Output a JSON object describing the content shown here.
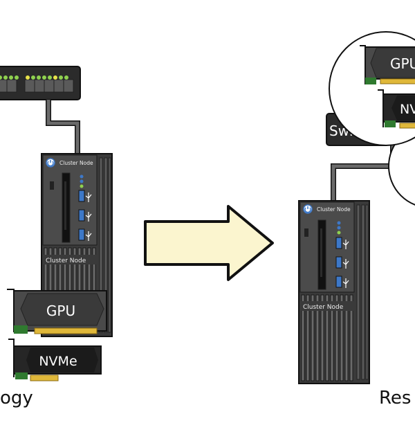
{
  "left": {
    "caption": "ogy",
    "node": {
      "header": "Cluster Node",
      "footer": "Cluster Node"
    },
    "gpu_label": "GPU",
    "nvme_label": "NVMe"
  },
  "right": {
    "caption": "Res",
    "node": {
      "header": "Cluster Node",
      "footer": "Cluster Node"
    },
    "switch_label": "Swi",
    "gpu_label": "GPU",
    "nvme_label": "NV"
  },
  "colors": {
    "chassis": "#3a3a3a",
    "panel": "#4b4b4b",
    "outline": "#111111",
    "cable": "#555555",
    "arrow_fill": "#fbf5cf",
    "gold": "#e0b83a",
    "pcb_green": "#2f7a2f",
    "led_green": "#8fd14f",
    "led_yellow": "#e8e24a",
    "usb_blue": "#3d78c8"
  },
  "icons": [
    "power-icon",
    "usb-icon",
    "right-arrow-icon"
  ]
}
